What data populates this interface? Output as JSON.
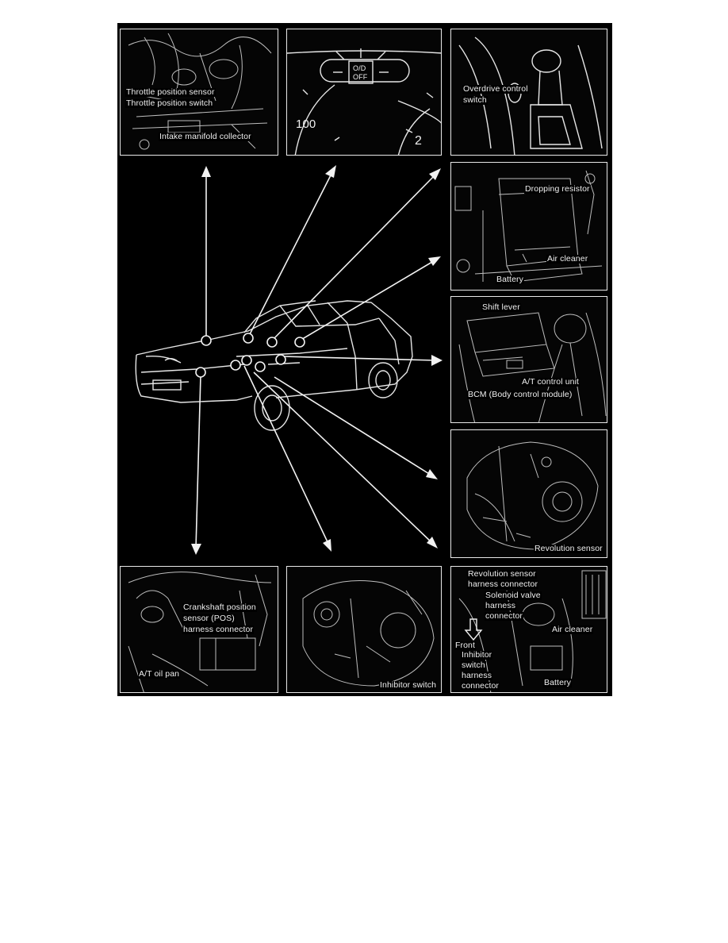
{
  "colors": {
    "background": "#000000",
    "linework": "#f0f0f0",
    "page": "#ffffff"
  },
  "panels": {
    "throttle": {
      "labels": [
        "Throttle position sensor",
        "Throttle position switch",
        "Intake manifold collector"
      ]
    },
    "instrument": {
      "indicator": [
        "O/D",
        "OFF"
      ],
      "speed": "100",
      "gauge_end": "2"
    },
    "overdrive": {
      "labels": [
        "Overdrive control",
        "switch"
      ]
    },
    "dropping": {
      "labels": [
        "Dropping resistor",
        "Air cleaner",
        "Battery"
      ]
    },
    "control": {
      "labels": [
        "Shift lever",
        "A/T control unit",
        "BCM (Body control module)"
      ]
    },
    "revolution": {
      "labels": [
        "Revolution sensor"
      ]
    },
    "crankshaft": {
      "labels": [
        "Crankshaft position",
        "sensor (POS)",
        "harness connector",
        "A/T oil pan"
      ]
    },
    "inhibitor": {
      "labels": [
        "Inhibitor switch"
      ]
    },
    "harness": {
      "labels": [
        "Revolution sensor",
        "harness connector",
        "Solenoid valve",
        "harness",
        "connector",
        "Air cleaner",
        "Front",
        "Inhibitor",
        "switch",
        "harness",
        "connector",
        "Battery"
      ]
    }
  }
}
